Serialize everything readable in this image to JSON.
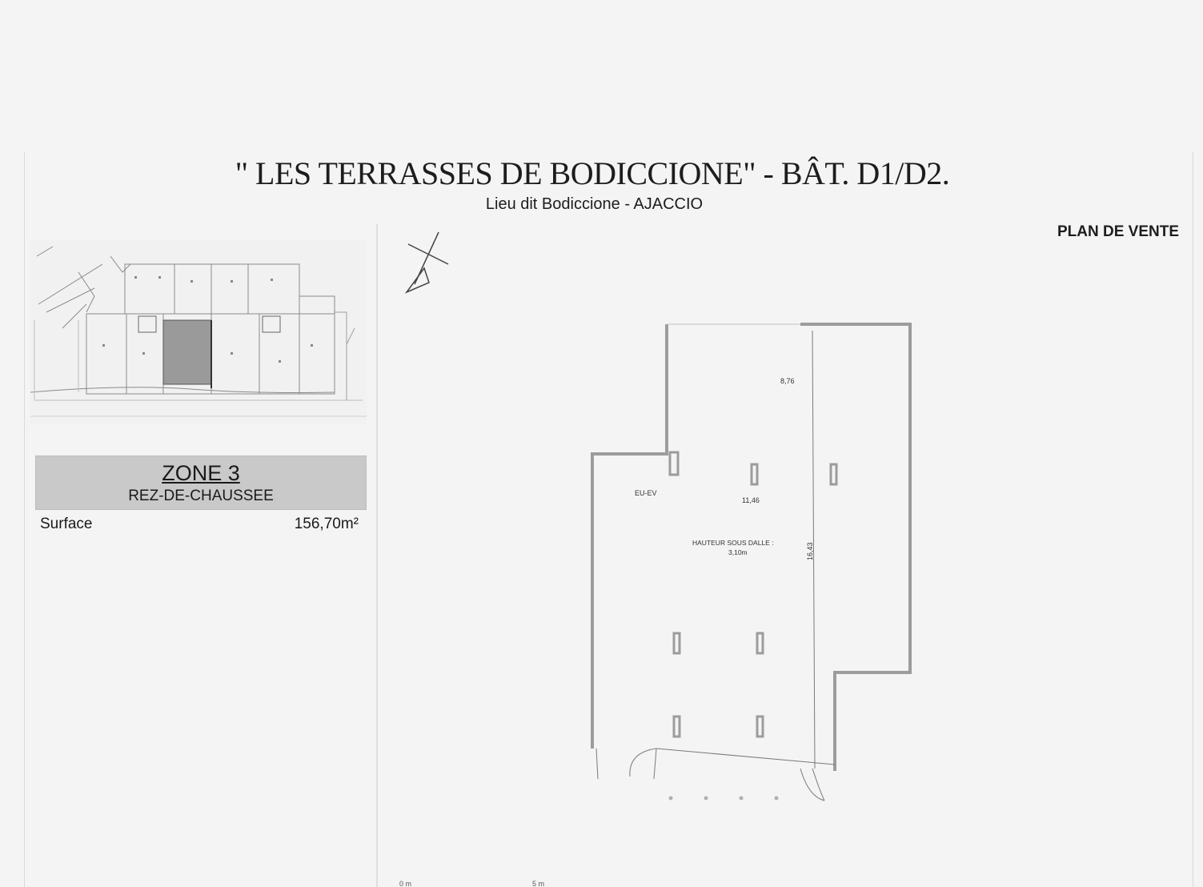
{
  "header": {
    "title": "\" LES TERRASSES DE BODICCIONE\" - BÂT. D1/D2.",
    "subtitle": "Lieu dit Bodiccione - AJACCIO",
    "plan_type": "PLAN DE VENTE"
  },
  "zone_info": {
    "zone": "ZONE 3",
    "level": "REZ-DE-CHAUSSEE",
    "surface_label": "Surface",
    "surface_value": "156,70m²"
  },
  "floor_plan": {
    "dimension_top": "8,76",
    "dimension_middle": "11,46",
    "dimension_vertical": "16,43",
    "ceiling_height_label": "HAUTEUR SOUS DALLE :",
    "ceiling_height_value": "3,10m",
    "drain_label": "EU-EV"
  },
  "scale": {
    "start": "0 m",
    "end": "5 m"
  },
  "colors": {
    "highlight_zone": "#9a9a9a",
    "zone_banner": "#c9c9c9",
    "walls": "#9c9c9c"
  }
}
